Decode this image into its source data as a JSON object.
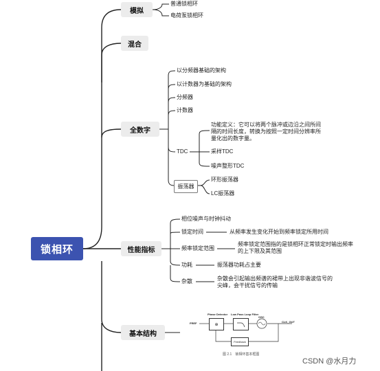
{
  "root": "锁相环",
  "branches": {
    "analog": "模拟",
    "hybrid": "混合",
    "digital": "全数字",
    "performance": "性能指标",
    "structure": "基本结构"
  },
  "analog_items": [
    "普通锁相环",
    "电荷泵锁相环"
  ],
  "digital_items": [
    "以分频器基础的架构",
    "以计数器为基础的架构",
    "分频器",
    "计数器"
  ],
  "tdc": {
    "label": "TDC",
    "definition": "功能定义：它可以将两个脉冲或边沿之间所间隔的时间长度，转换为按照一定时间分辨率所量化出的数字量。",
    "items": [
      "采样TDC",
      "噪声整形TDC"
    ]
  },
  "oscillator": {
    "label": "振荡器",
    "items": [
      "环形振荡器",
      "LC振荡器"
    ]
  },
  "performance_items": [
    {
      "label": "相位噪声与时钟抖动",
      "detail": ""
    },
    {
      "label": "锁定时间",
      "detail": "从频率发生变化开始到频率锁定所用时间"
    },
    {
      "label": "频率锁定范围",
      "detail": "频率锁定范围指的是锁相环正常锁定时输出频率的上下限及其范围"
    },
    {
      "label": "功耗",
      "detail": "振荡器功耗占主要"
    },
    {
      "label": "杂散",
      "detail": "杂散会引起输出频谱的裙带上出现非谐波信号的尖峰，会干扰信号的传输"
    }
  ],
  "block_diagram": {
    "fref": "FREF",
    "pd": "Phase Detector",
    "lpf": "Low Pass Loop Filter",
    "osc": "OSC",
    "out": "CLK_OUT",
    "fb": "Feedback",
    "caption": "图 2.1　锁相环基本框图"
  },
  "watermark": "CSDN @水月力",
  "colors": {
    "root": "#3c53b0",
    "branch_bg": "#ececec",
    "line": "#222222"
  }
}
